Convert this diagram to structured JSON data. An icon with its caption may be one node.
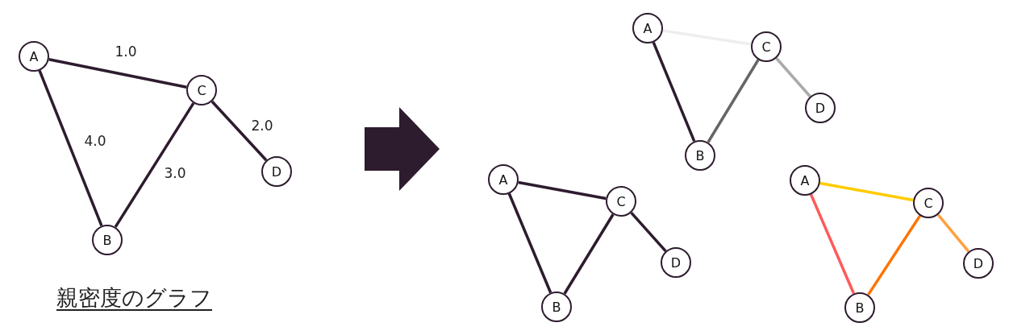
{
  "diagram": {
    "caption": "親密度のグラフ",
    "nodes": [
      {
        "text": [
          "A"
        ]
      },
      {
        "text": [
          "C"
        ]
      },
      {
        "text": [
          "D"
        ]
      },
      {
        "text": [
          "B"
        ]
      },
      {
        "text": [
          "A"
        ]
      },
      {
        "text": [
          "C"
        ]
      },
      {
        "text": [
          "D"
        ]
      },
      {
        "text": [
          "B"
        ]
      },
      {
        "text": [
          "A"
        ]
      },
      {
        "text": [
          "C"
        ]
      },
      {
        "text": [
          "D"
        ]
      },
      {
        "text": [
          "B"
        ]
      },
      {
        "text": [
          "A"
        ]
      },
      {
        "text": [
          "C"
        ]
      },
      {
        "text": [
          "D"
        ]
      },
      {
        "text": [
          "B"
        ]
      }
    ],
    "edges": [
      {
        "from": 0,
        "to": 1,
        "arrow": "none",
        "label": "1.0"
      },
      {
        "from": 0,
        "to": 3,
        "arrow": "none",
        "label": "4.0"
      },
      {
        "from": 1,
        "to": 3,
        "arrow": "none",
        "label": "3.0"
      },
      {
        "from": 1,
        "to": 2,
        "arrow": "none",
        "label": "2.0"
      },
      {
        "from": 4,
        "to": 5,
        "arrow": "none",
        "color": "#eeeeee"
      },
      {
        "from": 4,
        "to": 7,
        "arrow": "none"
      },
      {
        "from": 5,
        "to": 7,
        "arrow": "none",
        "color": "#666666"
      },
      {
        "from": 5,
        "to": 6,
        "arrow": "none",
        "color": "#aaaaaa"
      },
      {
        "from": 8,
        "to": 9,
        "arrow": "none"
      },
      {
        "from": 8,
        "to": 11,
        "arrow": "none"
      },
      {
        "from": 9,
        "to": 11,
        "arrow": "none"
      },
      {
        "from": 9,
        "to": 10,
        "arrow": "none"
      },
      {
        "from": 12,
        "to": 13,
        "arrow": "none",
        "color": "#ffcc00"
      },
      {
        "from": 12,
        "to": 15,
        "arrow": "none",
        "color": "#ff5a5a"
      },
      {
        "from": 13,
        "to": 15,
        "arrow": "none",
        "color": "#ff7300"
      },
      {
        "from": 13,
        "to": 14,
        "arrow": "none",
        "color": "#ffa040"
      }
    ]
  }
}
